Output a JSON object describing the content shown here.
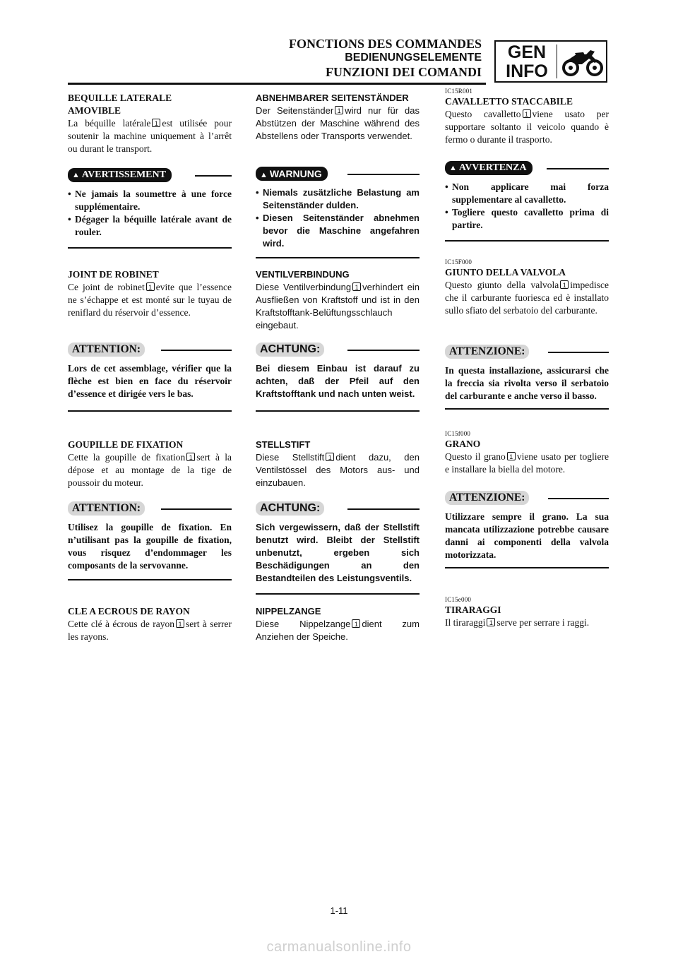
{
  "header": {
    "title_fr": "FONCTIONS DES COMMANDES",
    "title_de": "BEDIENUNGSELEMENTE",
    "title_it": "FUNZIONI DEI COMANDI",
    "badge_line1": "GEN",
    "badge_line2": "INFO",
    "badge_icon": "motorcycle-icon"
  },
  "fr": {
    "s1": {
      "title_l1": "BEQUILLE LATERALE",
      "title_l2": "AMOVIBLE",
      "pre": "La béquille latérale",
      "num": "1",
      "post": "est utilisée pour soutenir la machine uniquement à l’arrêt ou durant le transport."
    },
    "w1": {
      "label": "AVERTISSEMENT",
      "b1": "Ne jamais la soumettre à une force supplémentaire.",
      "b2": "Dégager la béquille latérale avant de rouler."
    },
    "s2": {
      "title": "JOINT DE ROBINET",
      "pre": "Ce joint de robinet",
      "num": "1",
      "post": "evite que l’essence ne s’échappe et est monté sur le tuyau de reniflard du réservoir d’essence."
    },
    "a1": {
      "label": "ATTENTION:",
      "text": "Lors de cet assemblage, vérifier que la flèche est bien en face du réservoir d’essence et dirigée vers le bas."
    },
    "s3": {
      "title": "GOUPILLE DE FIXATION",
      "pre": "Cette la goupille de fixation",
      "num": "1",
      "post": "sert à la dépose et au montage de la tige de poussoir du moteur."
    },
    "a2": {
      "label": "ATTENTION:",
      "text": "Utilisez la goupille de fixation. En n’utilisant pas la goupille de fixation, vous risquez d’endommager les composants de la servovanne."
    },
    "s4": {
      "title": "CLE A ECROUS DE RAYON",
      "pre": "Cette clé à écrous de rayon",
      "num": "1",
      "post": "sert à serrer les rayons."
    }
  },
  "de": {
    "s1": {
      "title": "ABNEHMBARER SEITENSTÄNDER",
      "pre": "Der Seitenständer",
      "num": "1",
      "post": "wird nur für das Abstützen der Maschine während des Abstellens oder Transports verwendet."
    },
    "w1": {
      "label": "WARNUNG",
      "b1": "Niemals zusätzliche Belastung am Seitenständer dulden.",
      "b2": "Diesen Seitenständer abnehmen bevor die Maschine angefahren wird."
    },
    "s2": {
      "title": "VENTILVERBINDUNG",
      "pre": "Diese Ventilverbindung",
      "num": "1",
      "post": "verhindert ein Ausfließen von Kraftstoff und ist in den Kraftstofftank-Belüftungsschlauch eingebaut."
    },
    "a1": {
      "label": "ACHTUNG:",
      "text": "Bei diesem Einbau ist darauf zu achten, daß der Pfeil auf den Kraftstofftank und nach unten weist."
    },
    "s3": {
      "title": "STELLSTIFT",
      "pre": "Diese Stellstift",
      "num": "1",
      "post": "dient dazu, den Ventilstössel des Motors aus- und einzubauen."
    },
    "a2": {
      "label": "ACHTUNG:",
      "text": "Sich vergewissern, daß der Stellstift benutzt wird. Bleibt der Stellstift unbenutzt, ergeben sich Beschädigungen an den Bestandteilen des Leistungsventils."
    },
    "s4": {
      "title": "NIPPELZANGE",
      "pre": "Diese Nippelzange",
      "num": "1",
      "post": "dient zum Anziehen der Speiche."
    }
  },
  "it": {
    "s1": {
      "code": "IC15R001",
      "title": "CAVALLETTO STACCABILE",
      "pre": "Questo cavalletto",
      "num": "1",
      "post": "viene usato per supportare soltanto il veicolo quando è fermo o durante il trasporto."
    },
    "w1": {
      "label": "AVVERTENZA",
      "b1": "Non applicare mai forza supplementare al cavalletto.",
      "b2": "Togliere questo cavalletto prima di partire."
    },
    "s2": {
      "code": "IC15F000",
      "title": "GIUNTO DELLA VALVOLA",
      "pre": "Questo giunto della valvola",
      "num": "1",
      "post": "impedisce che il carburante fuoriesca ed è installato sullo sfiato del serbatoio del carburante."
    },
    "a1": {
      "label": "ATTENZIONE:",
      "text": "In questa installazione, assicurarsi che la freccia sia rivolta verso il serbatoio del carburante e anche verso il basso."
    },
    "s3": {
      "code": "IC15f000",
      "title": "GRANO",
      "pre": "Questo il grano",
      "num": "1",
      "post": "viene usato per togliere e installare la biella del motore."
    },
    "a2": {
      "label": "ATTENZIONE:",
      "text": "Utilizzare sempre il grano. La sua mancata utilizzazione potrebbe causare danni ai componenti della valvola motorizzata."
    },
    "s4": {
      "code": "IC15e000",
      "title": "TIRARAGGI",
      "pre": "Il tiraraggi",
      "num": "1",
      "post": "serve per serrare i raggi."
    }
  },
  "footer": {
    "page_number": "1-11",
    "watermark": "carmanualsonline.info"
  }
}
